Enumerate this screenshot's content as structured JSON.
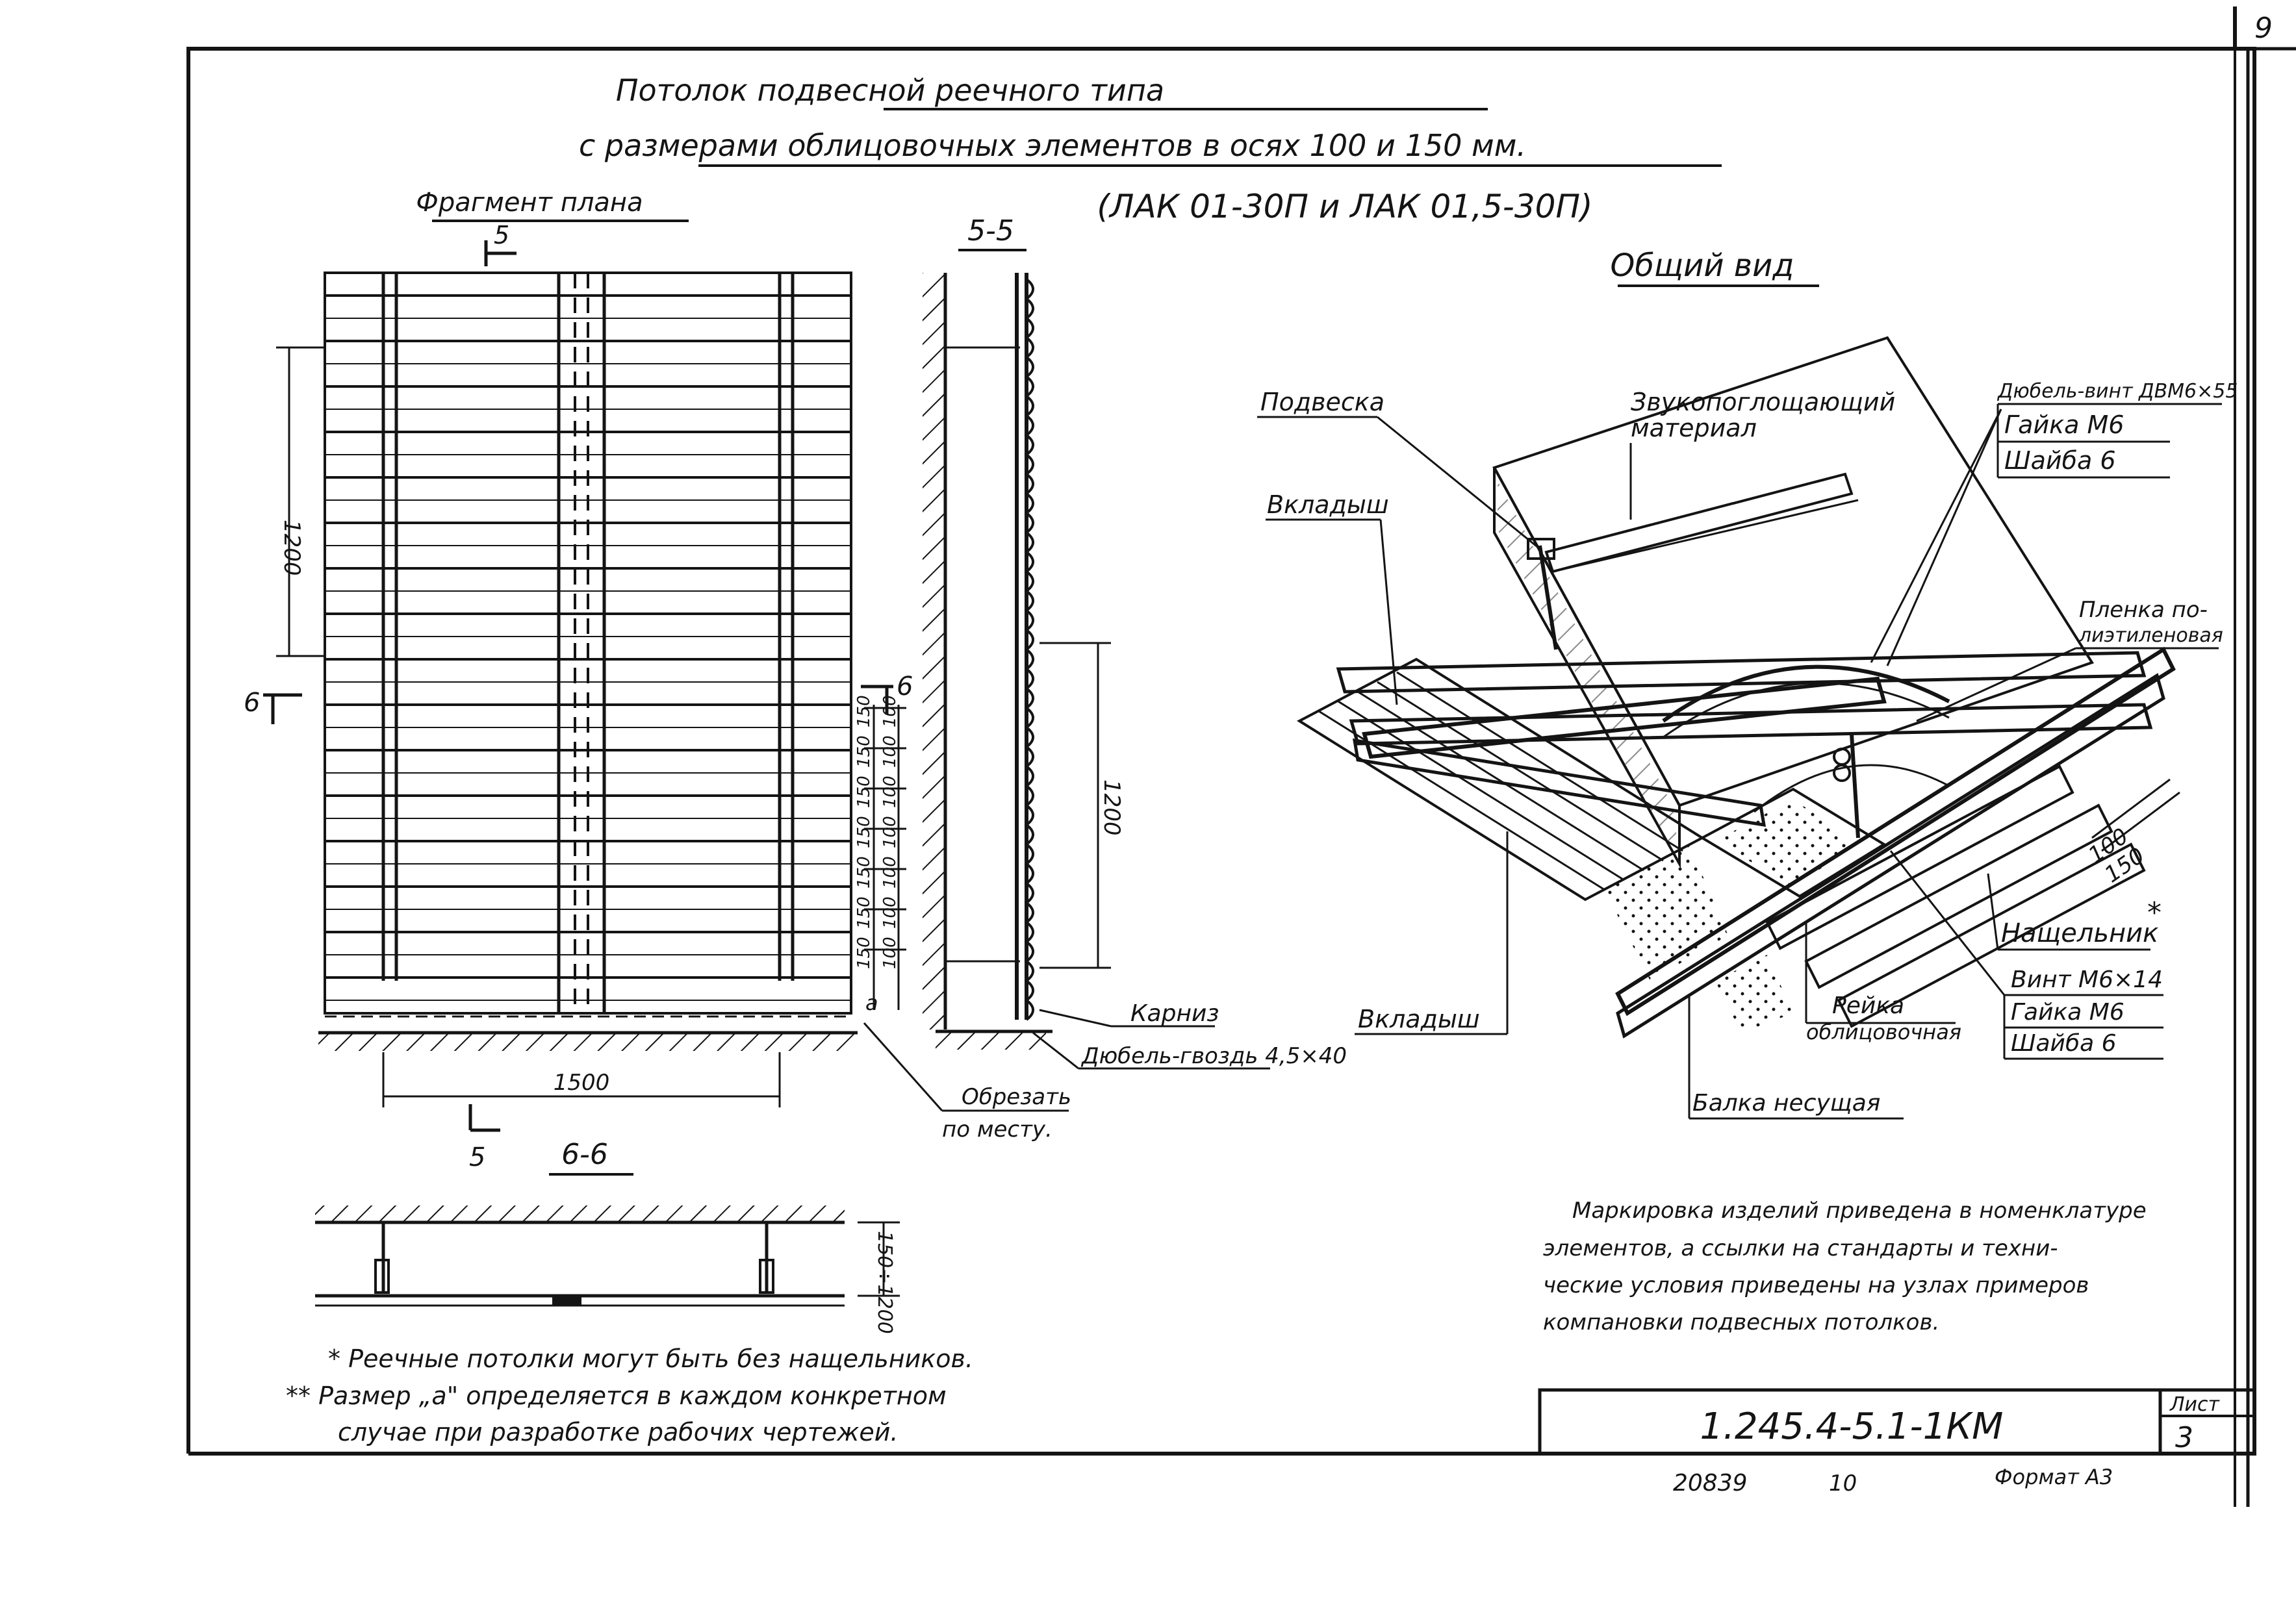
{
  "sheet_corner": {
    "number": "9"
  },
  "title": {
    "line1": "Потолок подвесной реечного типа",
    "line2": "с размерами облицовочных элементов в осях 100 и 150 мм.",
    "line3": "(ЛАК 01-30П и ЛАК 01,5-30П)"
  },
  "plan": {
    "heading": "Фрагмент плана",
    "section_marks": {
      "top": "5",
      "bottom": "5",
      "left": "6",
      "right": "6"
    },
    "dim_1200": "1200",
    "dim_1500": "1500",
    "pitch_pairs": [
      [
        "150",
        "100"
      ],
      [
        "150",
        "100"
      ],
      [
        "150",
        "100"
      ],
      [
        "150",
        "100"
      ],
      [
        "150",
        "100"
      ],
      [
        "150",
        "100"
      ],
      [
        "150",
        "100"
      ]
    ],
    "dim_a": "a"
  },
  "section_55": {
    "heading": "5-5",
    "dim_1200": "1200",
    "label_karniz": "Карниз",
    "label_dowel": "Дюбель-гвоздь 4,5×40",
    "label_cut_1": "Обрезать",
    "label_cut_2": "по месту."
  },
  "section_66": {
    "heading": "6-6",
    "dim_range": "150÷1200"
  },
  "general_view": {
    "heading": "Общий вид",
    "labels": {
      "podveska": "Подвеска",
      "sound_1": "Звукопоглощающий",
      "sound_2": "материал",
      "vkladysh_top": "Вкладыш",
      "dowel_screw": "Дюбель-винт ДВМ6×55",
      "nut_m6_top": "Гайка М6",
      "washer_top": "Шайба 6",
      "film_1": "Пленка по-",
      "film_2": "лиэтиленовая",
      "dim_100": "100",
      "dim_150": "150",
      "naschelnik": "Нащельник",
      "screw_m6": "Винт М6×14",
      "nut_m6_bot": "Гайка М6",
      "washer_bot": "Шайба 6",
      "vkladysh_bot": "Вкладыш",
      "reika_1": "Рейка",
      "reika_2": "облицовочная",
      "beam": "Балка несущая"
    }
  },
  "notes": {
    "marking_1": "Маркировка изделий приведена в номенклатуре",
    "marking_2": "элементов, а ссылки на стандарты и техни-",
    "marking_3": "ческие условия приведены на узлах примеров",
    "marking_4": "компановки подвесных потолков.",
    "fn1": "* Реечные потолки могут быть без нащельников.",
    "fn2a": "** Размер „а\" определяется в каждом конкретном",
    "fn2b": "случае при разработке рабочих чертежей."
  },
  "stamp": {
    "code": "1.245.4-5.1-1КМ",
    "sheet_label": "Лист",
    "sheet_number": "3"
  },
  "footer": {
    "inv": "20839",
    "num": "10",
    "format": "Формат А3"
  }
}
